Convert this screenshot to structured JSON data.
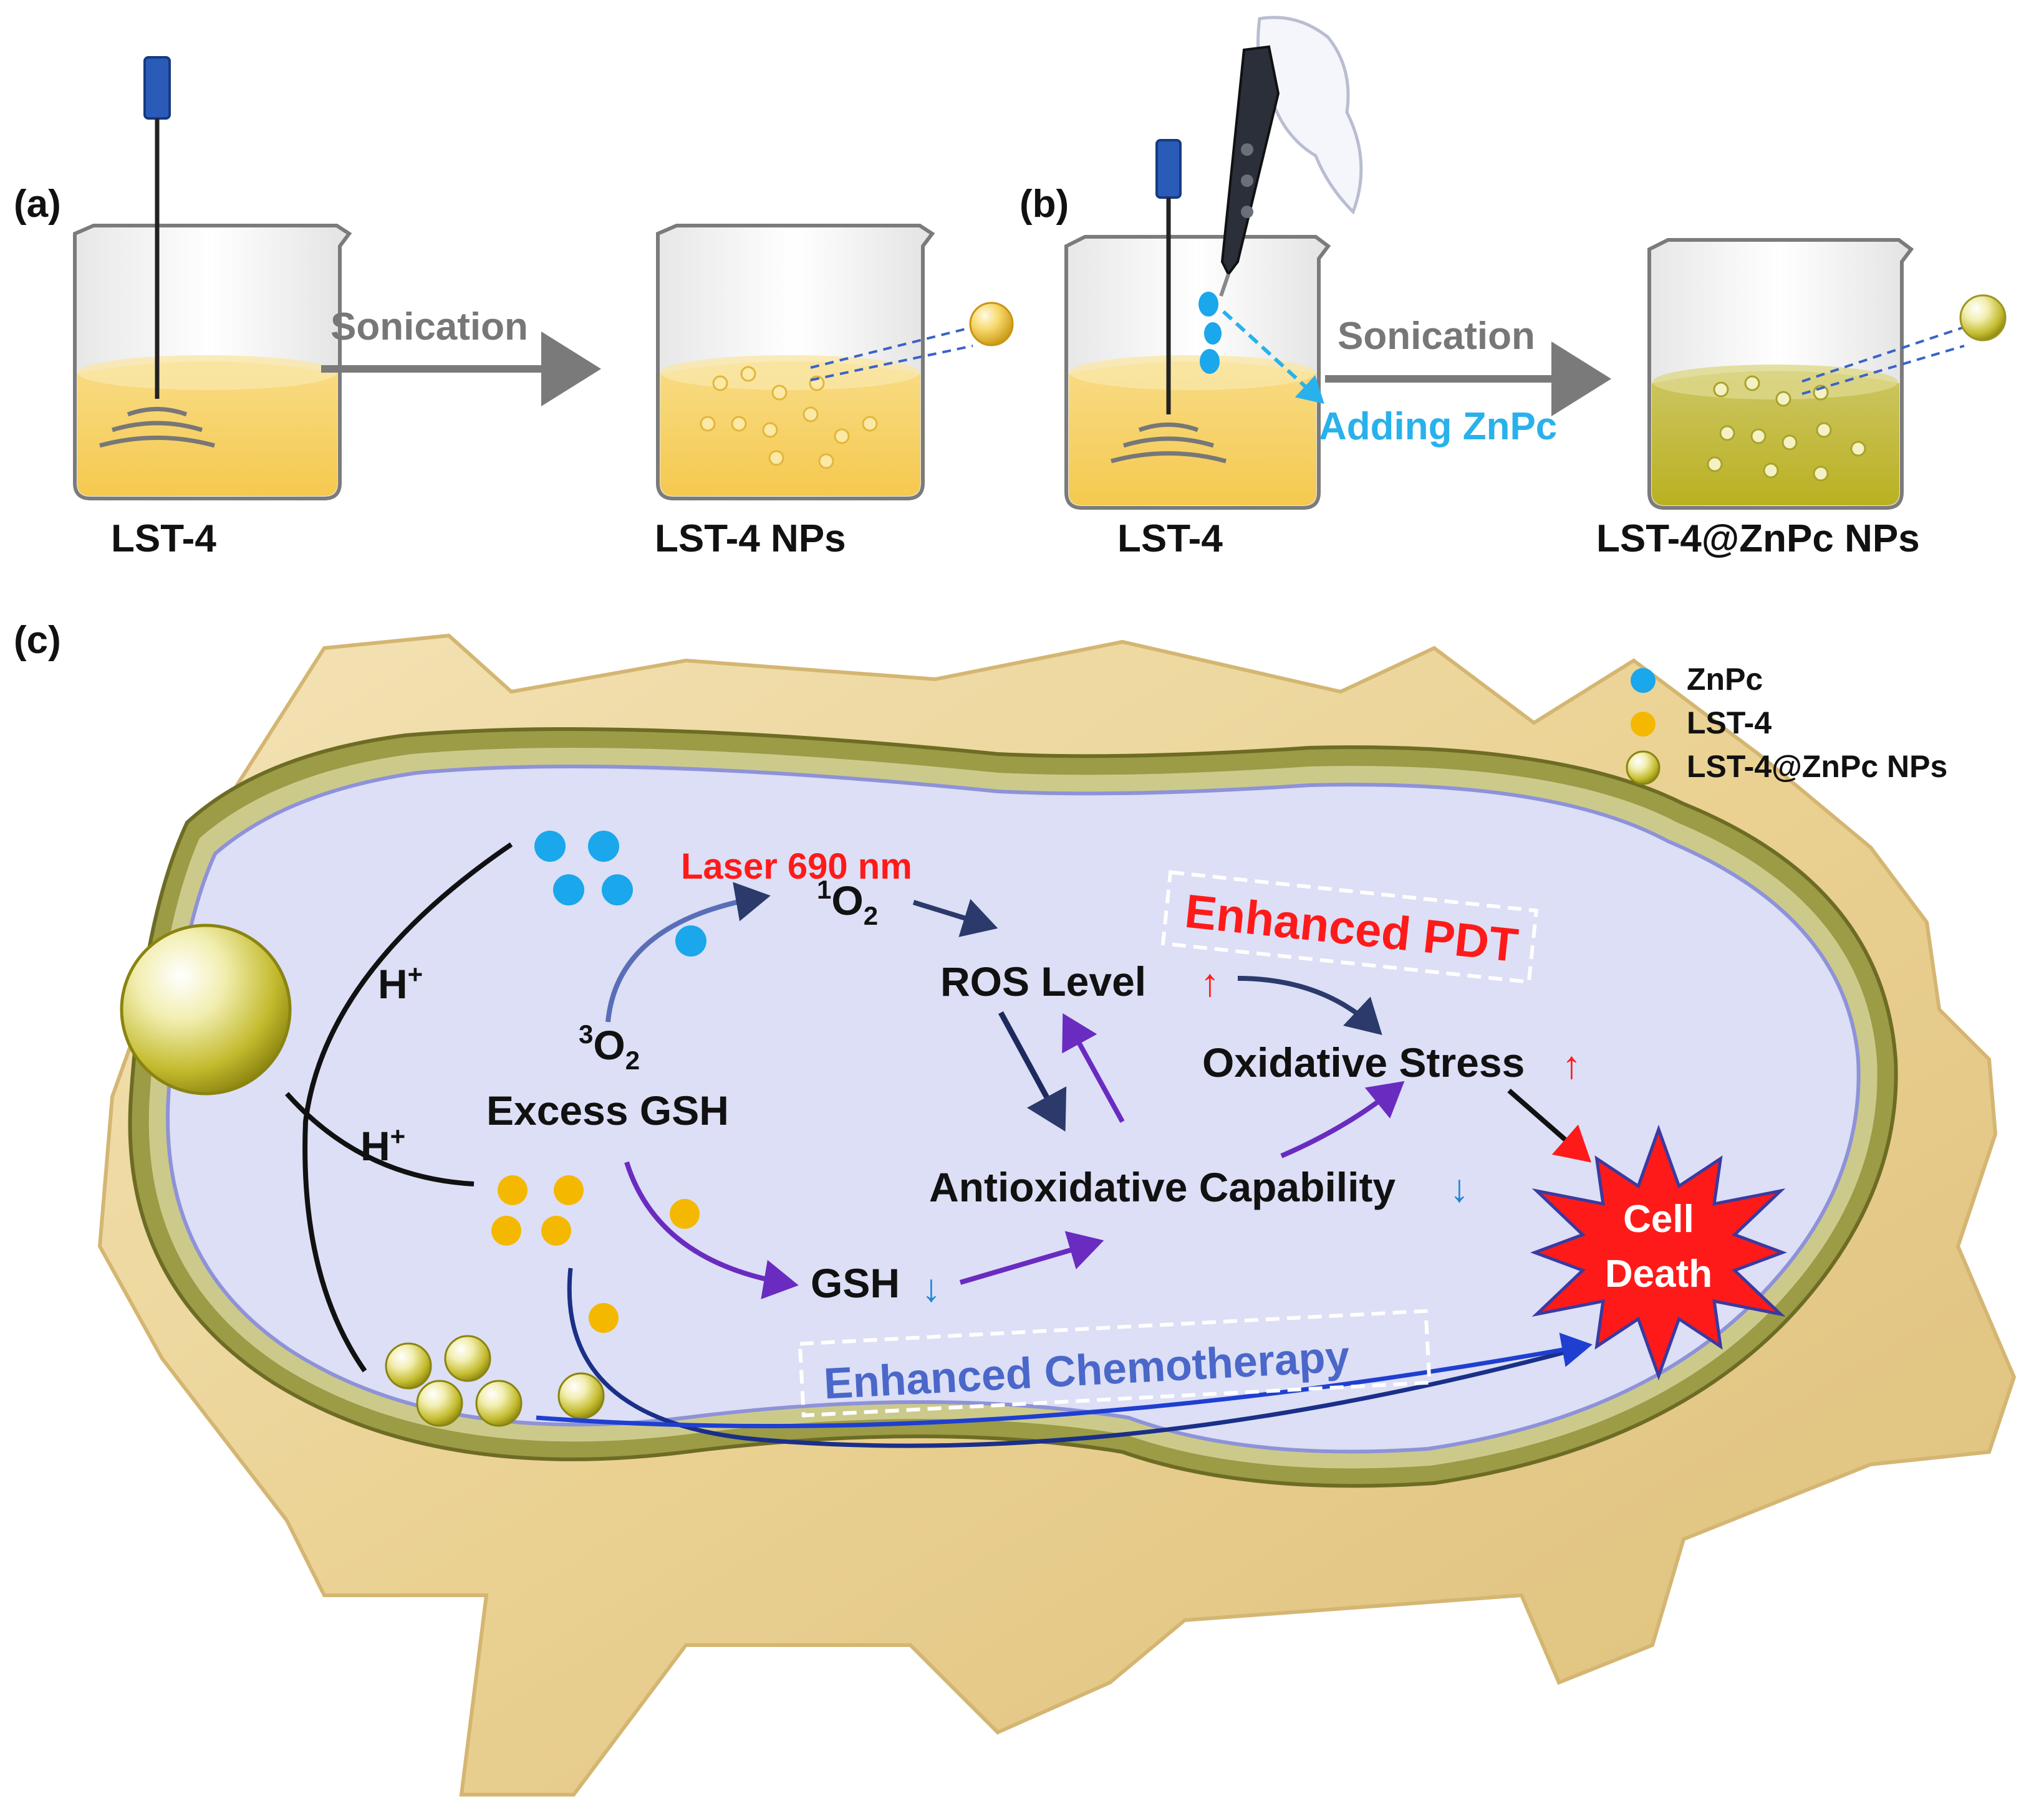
{
  "panels": {
    "a": {
      "label": "(a)",
      "beaker_left": "LST-4",
      "beaker_right": "LST-4 NPs",
      "step": "Sonication"
    },
    "b": {
      "label": "(b)",
      "beaker_left": "LST-4",
      "beaker_right": "LST-4@ZnPc NPs",
      "step": "Sonication",
      "additive": "Adding ZnPc"
    },
    "c": {
      "label": "(c)"
    }
  },
  "diagram": {
    "h_plus_1": "H",
    "h_plus_2": "H",
    "sup_plus": "+",
    "laser": "Laser 690 nm",
    "singlet_oxygen_sup": "1",
    "singlet_oxygen": "O",
    "triplet_oxygen_sup": "3",
    "triplet_oxygen": "O",
    "sub_2": "2",
    "ros_level": "ROS Level",
    "enhanced_pdt": "Enhanced PDT",
    "oxidative_stress": "Oxidative Stress",
    "excess_gsh": "Excess GSH",
    "antioxidative": "Antioxidative Capability",
    "gsh": "GSH",
    "cell_death_1": "Cell",
    "cell_death_2": "Death",
    "enhanced_chemo": "Enhanced Chemotherapy",
    "arrow_up": "↑",
    "arrow_down": "↓"
  },
  "legend": [
    {
      "label": "ZnPc",
      "color": "#1aa7ec"
    },
    {
      "label": "LST-4",
      "color": "#f5b800"
    },
    {
      "label": "LST-4@ZnPc NPs",
      "color": "#c9c23a"
    }
  ],
  "colors": {
    "zn_blue": "#1aa7ec",
    "lst_yellow": "#f5b800",
    "np_olive": "#c9c23a",
    "laser_red": "#ff1a1a",
    "additive_blue": "#29b1ec",
    "chemo_blue": "#4a67c9",
    "cell_fill": "#dcdff5"
  }
}
